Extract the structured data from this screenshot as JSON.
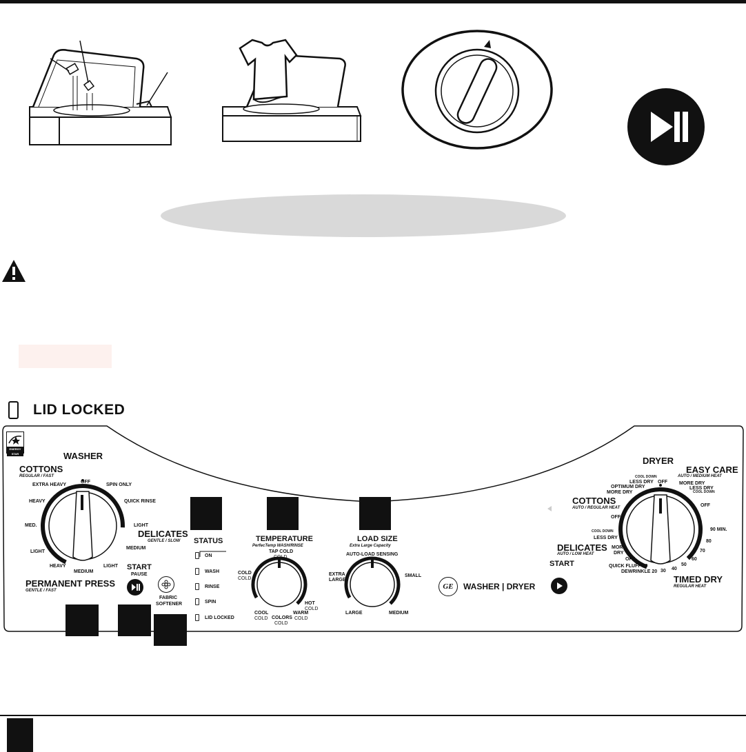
{
  "lid_locked_label": "LID LOCKED",
  "washer": {
    "title": "WASHER",
    "cottons": "COTTONS",
    "cottons_sub": "REGULAR / FAST",
    "delicates": "DELICATES",
    "delicates_sub": "GENTLE / SLOW",
    "permanent_press": "PERMANENT PRESS",
    "permanent_press_sub": "GENTLE / FAST",
    "dial_labels": {
      "off": "OFF",
      "extra_heavy": "EXTRA HEAVY",
      "spin_only": "SPIN ONLY",
      "heavy_top": "HEAVY",
      "quick_rinse": "QUICK RINSE",
      "med": "MED.",
      "light_right": "LIGHT",
      "medium_right": "MEDIUM",
      "light_left": "LIGHT",
      "heavy_bottom": "HEAVY",
      "medium_bottom": "MEDIUM",
      "light_bottom": "LIGHT"
    },
    "start": "START",
    "pause": "PAUSE",
    "fabric_softener": [
      "FABRIC",
      "SOFTENER"
    ]
  },
  "status": {
    "title": "STATUS",
    "items": [
      "ON",
      "WASH",
      "RINSE",
      "SPIN",
      "LID LOCKED"
    ]
  },
  "temperature": {
    "title": "TEMPERATURE",
    "sub": "PerfecTemp WASH/RINSE",
    "tap_cold": [
      "TAP COLD",
      "COLD"
    ],
    "cold": [
      "COLD",
      "COLD"
    ],
    "cool": [
      "COOL",
      "COLD"
    ],
    "colors": [
      "COLORS",
      "COLD"
    ],
    "warm": [
      "WARM",
      "COLD"
    ],
    "hot": [
      "HOT",
      "COLD"
    ]
  },
  "load_size": {
    "title": "LOAD SIZE",
    "sub": "Extra Large Capacity",
    "auto": "AUTO-LOAD SENSING",
    "extra_large": [
      "EXTRA",
      "LARGE"
    ],
    "small": "SMALL",
    "large": "LARGE",
    "medium": "MEDIUM"
  },
  "brand": {
    "logo": "GE",
    "label": "WASHER | DRYER"
  },
  "dryer": {
    "title": "DRYER",
    "easy_care": "EASY CARE",
    "easy_care_sub": "AUTO / MEDIUM HEAT",
    "cottons": "COTTONS",
    "cottons_sub": "AUTO / REGULAR HEAT",
    "delicates": "DELICATES",
    "delicates_sub": "AUTO / LOW HEAT",
    "timed_dry": "TIMED DRY",
    "timed_dry_sub": "REGULAR HEAT",
    "start": "START",
    "dial_labels": {
      "cool_down_top": "COOL DOWN",
      "less_dry_top": "LESS DRY",
      "optimum_dry": "OPTIMUM DRY",
      "more_dry_top": "MORE DRY",
      "off_top": "OFF",
      "more_dry_right": "MORE DRY",
      "less_dry_right": "LESS DRY",
      "cool_down_right": "COOL DOWN",
      "off_right": "OFF",
      "off_left": "OFF",
      "cool_down_left": "COOL DOWN",
      "less_dry_left": "LESS DRY",
      "more_dry_left": [
        "MORE",
        "DRY"
      ],
      "off_bottom": "OFF",
      "quick_fluff": "QUICK FLUFF 10",
      "dewrinkle": "DEWRINKLE 20",
      "t30": "30",
      "t40": "40",
      "t50": "50",
      "t60": "60",
      "t70": "70",
      "t80": "80",
      "t90": "90 MIN."
    }
  },
  "energy_star": "ENERGY STAR"
}
